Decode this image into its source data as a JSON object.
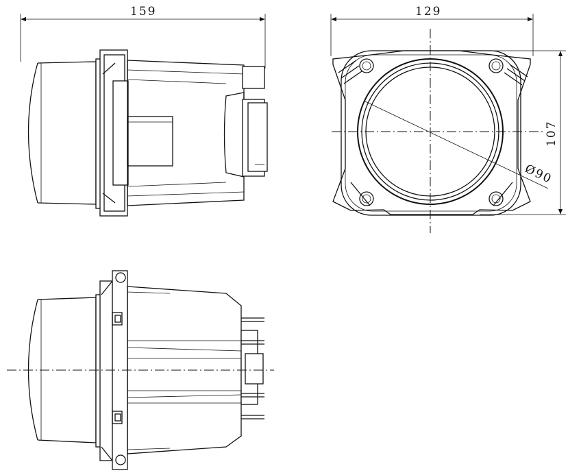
{
  "dimensions": {
    "overall_length": "159",
    "width": "129",
    "height": "107",
    "lens_diameter": "Ø90"
  },
  "colors": {
    "line": "#111111",
    "background": "#ffffff"
  }
}
